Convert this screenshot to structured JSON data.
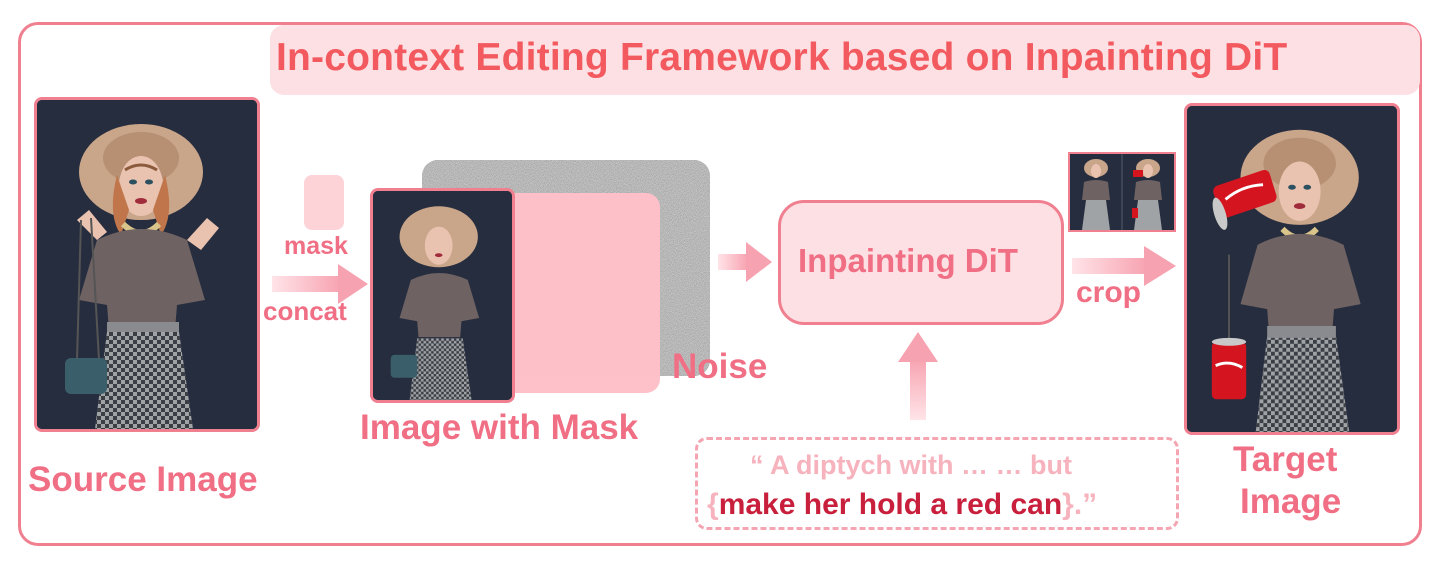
{
  "title": "In-context Editing Framework based on Inpainting DiT",
  "labels": {
    "source_image": "Source Image",
    "mask": "mask",
    "concat": "concat",
    "image_with_mask": "Image with Mask",
    "noise": "Noise",
    "inpainting_dit": "Inpainting DiT",
    "crop": "crop",
    "target_image_line1": "Target",
    "target_image_line2": "Image"
  },
  "prompt": {
    "line1": "“ A diptych with … … but",
    "open_brace": "{",
    "instruction": "make her hold a red can",
    "close": "}.”"
  },
  "colors": {
    "accent": "#f07f90",
    "title": "#f25a5f",
    "pink_fill": "#fde0e3",
    "mask_fill": "#ffc0c8",
    "instruction": "#c8203c",
    "can_red": "#d4151f"
  }
}
